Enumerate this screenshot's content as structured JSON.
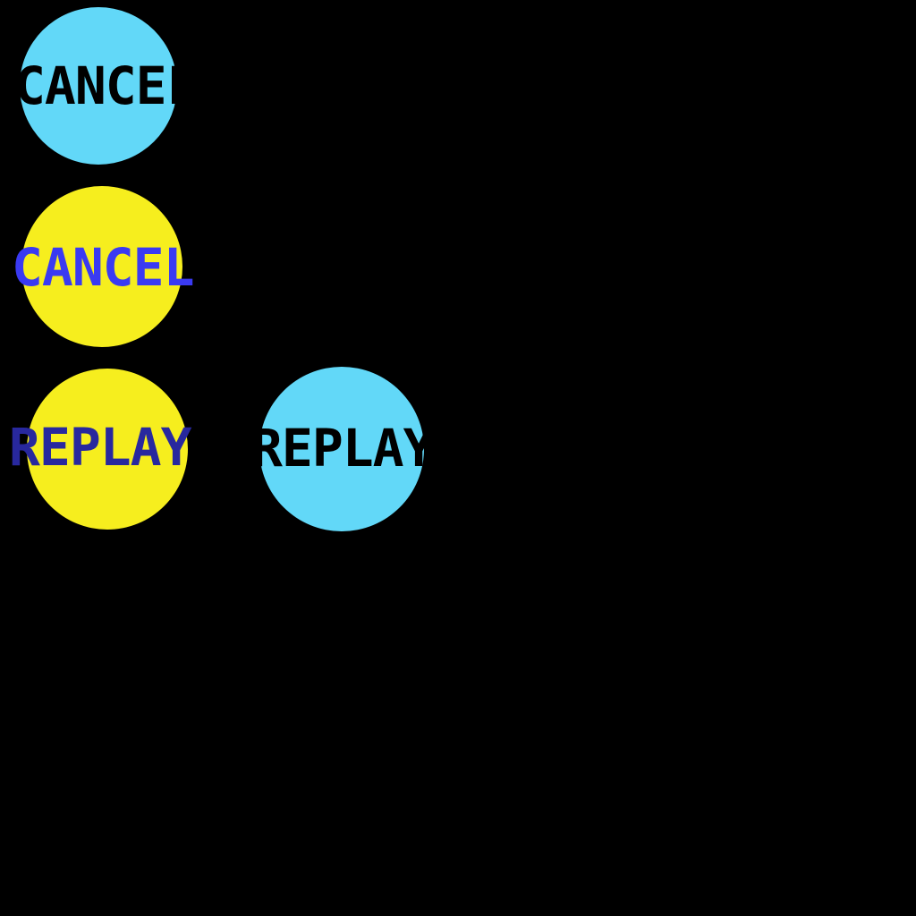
{
  "background_color": "#000000",
  "palette": {
    "sky_blue": "#62d8f8",
    "yellow": "#f6ee1e",
    "blue_text": "#3a3af2",
    "navy_text": "#28289e",
    "black_text": "#000000"
  },
  "buttons": [
    {
      "id": "cancel-blue",
      "label": "CANCEL",
      "circle_color": "#62d8f8",
      "text_color": "#000000"
    },
    {
      "id": "cancel-yellow",
      "label": "CANCEL",
      "circle_color": "#f6ee1e",
      "text_color": "#3a3af2"
    },
    {
      "id": "replay-yellow",
      "label": "REPLAY",
      "circle_color": "#f6ee1e",
      "text_color": "#28289e"
    },
    {
      "id": "replay-blue",
      "label": "REPLAY",
      "circle_color": "#62d8f8",
      "text_color": "#000000"
    }
  ]
}
